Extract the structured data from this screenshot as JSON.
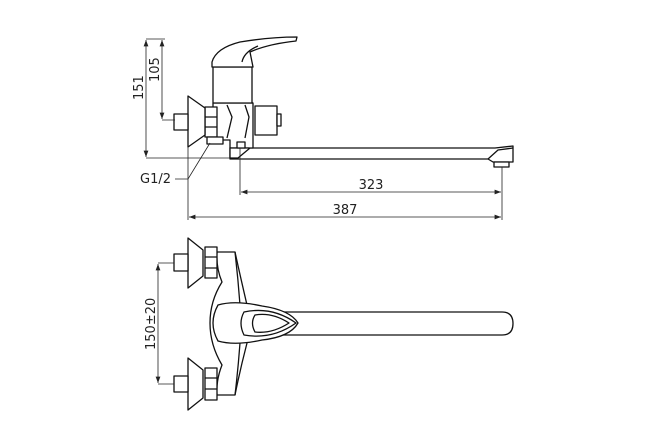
{
  "drawing": {
    "side_view": {
      "dim_total_height": "151",
      "dim_lever_height": "105",
      "thread_label": "G1/2",
      "dim_spout_reach": "323",
      "dim_total_length": "387"
    },
    "top_view": {
      "dim_inlet_spacing": "150±20"
    },
    "line_color": "#111111"
  }
}
